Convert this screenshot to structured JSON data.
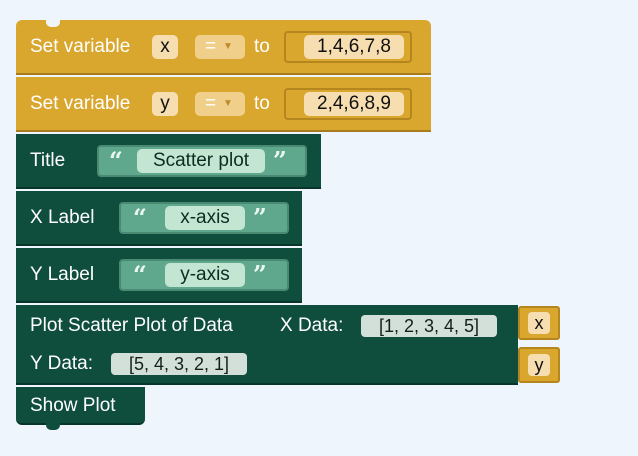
{
  "blocks": {
    "set_x": {
      "label": "Set variable",
      "var": "x",
      "op": "=",
      "to": "to",
      "value": "1,4,6,7,8"
    },
    "set_y": {
      "label": "Set variable",
      "var": "y",
      "op": "=",
      "to": "to",
      "value": "2,4,6,8,9"
    },
    "title": {
      "label": "Title",
      "open_quote": "“",
      "value": "Scatter plot",
      "close_quote": "”"
    },
    "xlabel": {
      "label": "X Label",
      "open_quote": "“",
      "value": "x-axis",
      "close_quote": "”"
    },
    "ylabel": {
      "label": "Y Label",
      "open_quote": "“",
      "value": "y-axis",
      "close_quote": "”"
    },
    "plot": {
      "label": "Plot Scatter Plot of Data",
      "x_label": "X Data:",
      "x_value": "[1, 2, 3, 4, 5]",
      "x_var": "x",
      "y_label": "Y Data:",
      "y_value": "[5, 4, 3, 2, 1]",
      "y_var": "y"
    },
    "show": {
      "label": "Show Plot"
    }
  },
  "colors": {
    "background": "#eef5fd",
    "variable_block": "#d9a62e",
    "plot_block": "#0f4d3d",
    "text_block": "#5fa88e"
  }
}
